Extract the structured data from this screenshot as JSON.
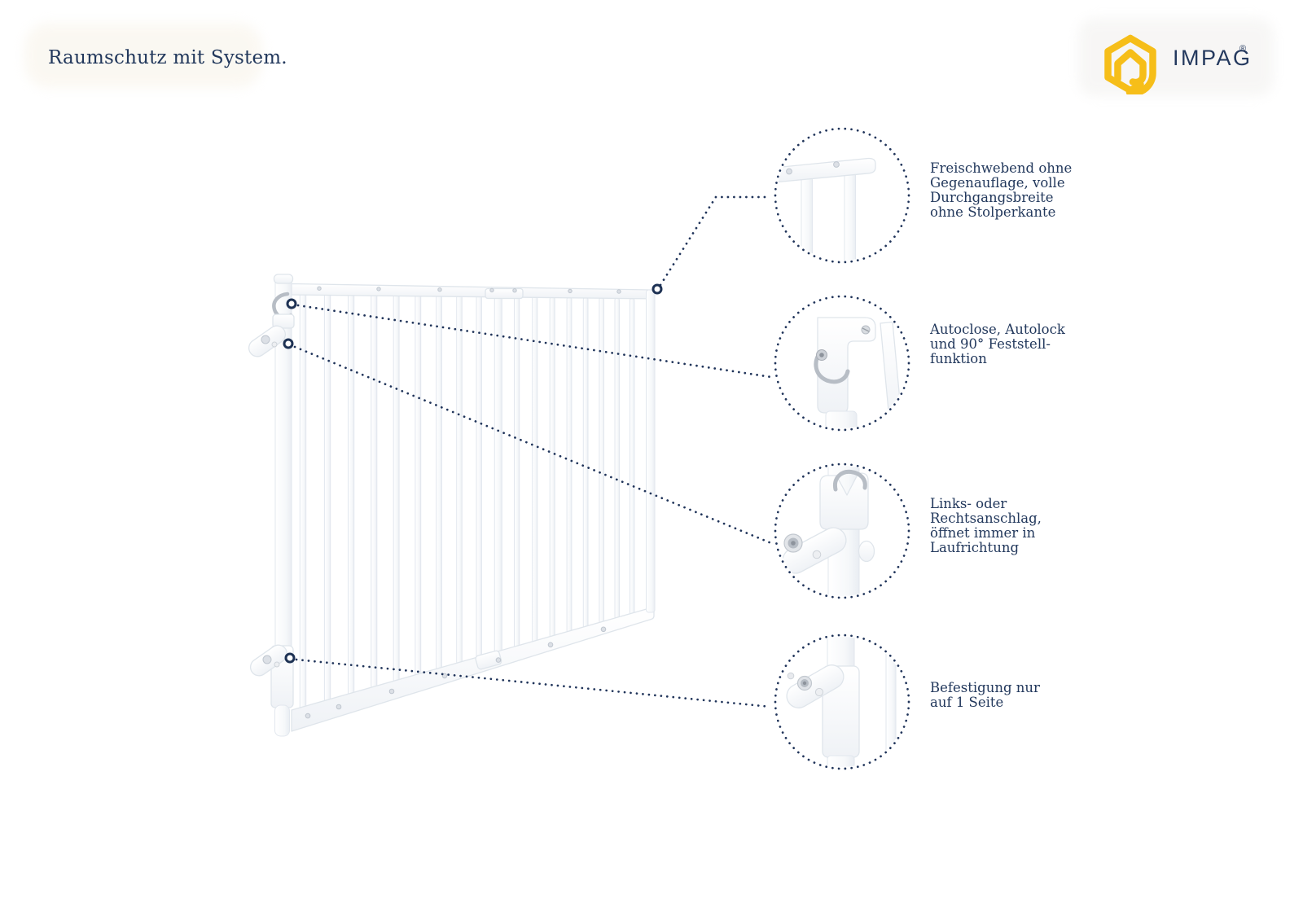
{
  "header": {
    "title": "Raumschutz mit System."
  },
  "brand": {
    "name": "IMPAG",
    "registered": "®",
    "logo_icon": "hexagon-spiral-icon",
    "logo_yellow": "#F6BE19",
    "logo_text_color": "#24395E"
  },
  "colors": {
    "accent_navy": "#22385C",
    "dotted_line": "#20345A",
    "gate_outline": "#DFE5EB",
    "background": "#FFFFFF"
  },
  "callouts": [
    {
      "id": "freischwebend",
      "text": "Freischwebend ohne\nGegenauflage, volle\nDurchgangsbreite\nohne Stolperkante"
    },
    {
      "id": "autoclose",
      "text": "Autoclose, Autolock\nund 90° Feststell-\nfunktion"
    },
    {
      "id": "anschlag",
      "text": "Links- oder\nRechtsanschlag,\nöffnet immer in\nLaufrichtung"
    },
    {
      "id": "befestigung",
      "text": "Befestigung nur\nauf 1 Seite"
    }
  ]
}
